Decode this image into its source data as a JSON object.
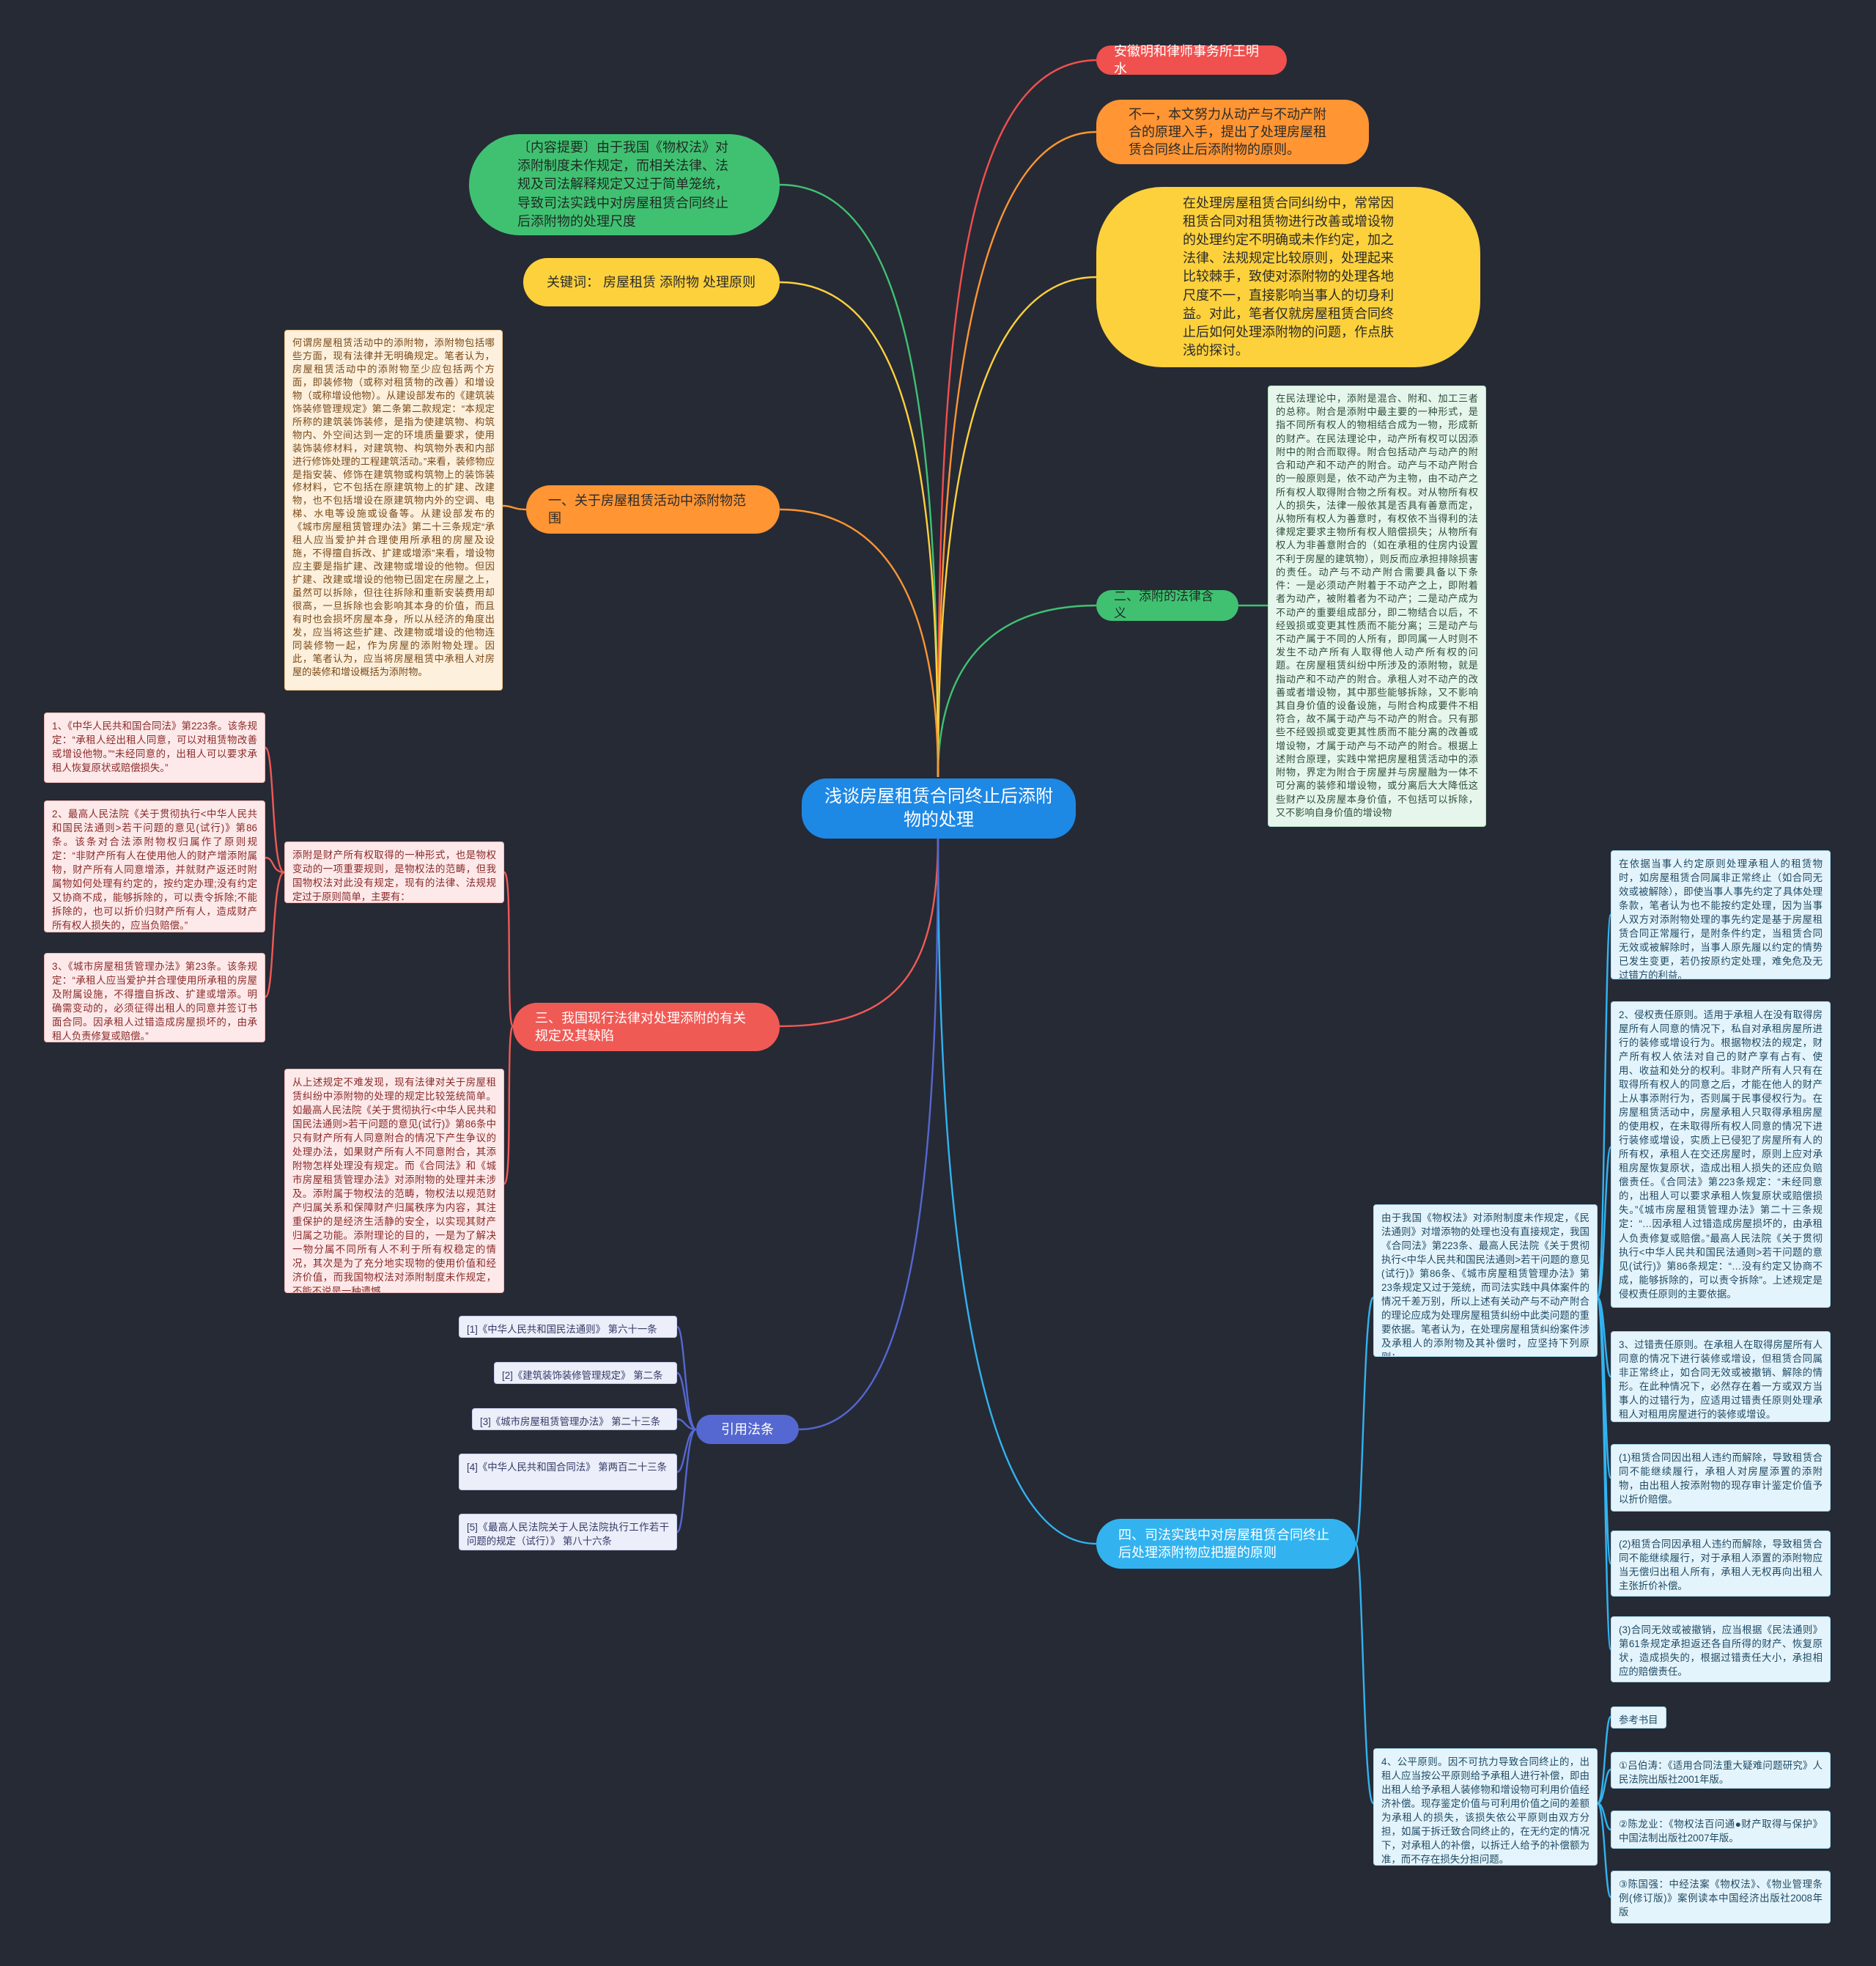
{
  "root": {
    "title": "浅谈房屋租赁合同终止后添附物的处理"
  },
  "right": {
    "author": "安徽明和律师事务所王明水",
    "intro": "不一，本文努力从动产与不动产附合的原理入手，提出了处理房屋租赁合同终止后添附物的原则。",
    "abstract": "在处理房屋租赁合同纠纷中，常常因租赁合同对租赁物进行改善或增设物的处理约定不明确或未作约定，加之法律、法规规定比较原则，处理起来比较棘手，致使对添附物的处理各地尺度不一，直接影响当事人的切身利益。对此，笔者仅就房屋租赁合同终止后如何处理添附物的问题，作点肤浅的探讨。",
    "section2": {
      "label": "二、添附的法律含义",
      "note": "在民法理论中，添附是混合、附和、加工三者的总称。附合是添附中最主要的一种形式，是指不同所有权人的物相结合成为一物，形成新的财产。在民法理论中，动产所有权可以因添附中的附合而取得。附合包括动产与动产的附合和动产和不动产的附合。动产与不动产附合的一般原则是，依不动产为主物，由不动产之所有权人取得附合物之所有权。对从物所有权人的损失，法律一般依其是否具有善意而定，从物所有权人为善意时，有权依不当得利的法律规定要求主物所有权人赔偿损失；从物所有权人为非善意附合的（如在承租的住房内设置不利于房屋的建筑物），则反而应承担排除损害的责任。动产与不动产附合需要具备以下条件：一是必须动产附着于不动产之上，即附着者为动产，被附着者为不动产；二是动产成为不动产的重要组成部分，即二物结合以后，不经毁损或变更其性质而不能分离；三是动产与不动产属于不同的人所有，即同属一人时则不发生不动产所有人取得他人动产所有权的问题。在房屋租赁纠纷中所涉及的添附物，就是指动产和不动产的附合。承租人对不动产的改善或者增设物，其中那些能够拆除，又不影响其自身价值的设备设施，与附合构成要件不相符合，故不属于动产与不动产的附合。只有那些不经毁损或变更其性质而不能分离的改善或增设物，才属于动产与不动产的附合。根据上述附合原理，实践中常把房屋租赁活动中的添附物，界定为附合于房屋并与房屋融为一体不可分离的装修和增设物，或分离后大大降低这些财产以及房屋本身价值，不包括可以拆除，又不影响自身价值的增设物"
    },
    "section4": {
      "label": "四、司法实践中对房屋租赁合同终止后处理添附物应把握的原则",
      "intro": "由于我国《物权法》对添附制度未作规定，《民法通则》对增添物的处理也没有直接规定，我国《合同法》第223条、最高人民法院《关于贯彻执行<中华人民共和国民法通则>若干问题的意见(试行)》第86条、《城市房屋租赁管理办法》第23条规定又过于笼统，而司法实践中具体案件的情况千差万别，所以上述有关动产与不动产附合的理论应成为处理房屋租赁纠纷中此类问题的重要依据。笔者认为，在处理房屋租赁纠纷案件涉及承租人的添附物及其补偿时，应坚持下列原则：",
      "principle1": "在依据当事人约定原则处理承租人的租赁物时，如房屋租赁合同属非正常终止（如合同无效或被解除），即使当事人事先约定了具体处理条款，笔者认为也不能按约定处理，因为当事人双方对添附物处理的事先约定是基于房屋租赁合同正常履行，是附条件约定，当租赁合同无效或被解除时，当事人原先履以约定的情势已发生变更，若仍按原约定处理，难免危及无过错方的利益。",
      "principle2": "2、侵权责任原则。适用于承租人在没有取得房屋所有人同意的情况下，私自对承租房屋所进行的装修或增设行为。根据物权法的规定，财产所有权人依法对自己的财产享有占有、使用、收益和处分的权利。非财产所有人只有在取得所有权人的同意之后，才能在他人的财产上从事添附行为，否则属于民事侵权行为。在房屋租赁活动中，房屋承租人只取得承租房屋的使用权，在未取得所有权人同意的情况下进行装修或增设，实质上已侵犯了房屋所有人的所有权，承租人在交还房屋时，原则上应对承租房屋恢复原状，造成出租人损失的还应负赔偿责任。《合同法》第223条规定：“未经同意的，出租人可以要求承租人恢复原状或赔偿损失。”《城市房屋租赁管理办法》第二十三条规定：“…因承租人过错造成房屋损坏的，由承租人负责修复或赔偿。”最高人民法院《关于贯彻执行<中华人民共和国民法通则>若干问题的意见(试行)》第86条规定：“…没有约定又协商不成，能够拆除的，可以责令拆除”。上述规定是侵权责任原则的主要依据。",
      "principle3": "3、过错责任原则。在承租人在取得房屋所有人同意的情况下进行装修或增设，但租赁合同属非正常终止，如合同无效或被撤销、解除的情形。在此种情况下，必然存在着一方或双方当事人的过错行为，应适用过错责任原则处理承租人对租用房屋进行的装修或增设。",
      "case1": "(1)租赁合同因出租人违约而解除，导致租赁合同不能继续履行，承租人对房屋添置的添附物，由出租人按添附物的现存审计鉴定价值予以折价赔偿。",
      "case2": "(2)租赁合同因承租人违约而解除，导致租赁合同不能继续履行，对于承租人添置的添附物应当无偿归出租人所有，承租人无权再向出租人主张折价补偿。",
      "case3": "(3)合同无效或被撤销，应当根据《民法通则》第61条规定承担返还各自所得的财产、恢复原状，造成损失的，根据过错责任大小，承担相应的赔偿责任。",
      "fairness": "4、公平原则。因不可抗力导致合同终止的，出租人应当按公平原则给予承租人进行补偿，即由出租人给予承租人装修物和增设物可利用价值经济补偿。现存鉴定价值与可利用价值之间的差额为承租人的损失，该损失依公平原则由双方分担，如属于拆迁致合同终止的，在无约定的情况下，对承租人的补偿，以拆迁人给予的补偿额为准，而不存在损失分担问题。",
      "refs_title": "参考书目",
      "ref1": "①吕伯涛：《适用合同法重大疑难问题研究》人民法院出版社2001年版。",
      "ref2": "②陈龙业：《物权法百问通●财产取得与保护》中国法制出版社2007年版。",
      "ref3": "③陈国强：中经法案《物权法》、《物业管理条例(修订版)》案例读本中国经济出版社2008年版"
    }
  },
  "left": {
    "summary": "〔内容提要〕由于我国《物权法》对添附制度未作规定，而相关法律、法规及司法解释规定又过于简单笼统，导致司法实践中对房屋租赁合同终止后添附物的处理尺度",
    "keywords": "关键词： 房屋租赁 添附物 处理原则",
    "section1": {
      "label": "一、关于房屋租赁活动中添附物范围",
      "note": "何谓房屋租赁活动中的添附物，添附物包括哪些方面，现有法律并无明确规定。笔者认为，房屋租赁活动中的添附物至少应包括两个方面，即装修物（或称对租赁物的改善）和增设物（或称增设他物）。从建设部发布的《建筑装饰装修管理规定》第二条第二款规定：“本规定所称的建筑装饰装修，是指为使建筑物、构筑物内、外空间达到一定的环境质量要求，使用装饰装修材料，对建筑物、构筑物外表和内部进行修饰处理的工程建筑活动。”来看，装修物应是指安装、修饰在建筑物或构筑物上的装饰装修材料，它不包括在原建筑物上的扩建、改建物，也不包括增设在原建筑物内外的空调、电梯、水电等设施或设备等。从建设部发布的《城市房屋租赁管理办法》第二十三条规定“承租人应当爱护并合理使用所承租的房屋及设施，不得擅自拆改、扩建或增添”来看，增设物应主要是指扩建、改建物或增设的他物。但因扩建、改建或增设的他物已固定在房屋之上，虽然可以拆除，但往往拆除和重新安装费用却很高，一旦拆除也会影响其本身的价值，而且有时也会损坏房屋本身，所以从经济的角度出发，应当将这些扩建、改建物或增设的他物连同装修物一起，作为房屋的添附物处理。因此，笔者认为，应当将房屋租赁中承租人对房屋的装修和增设概括为添附物。"
    },
    "section3": {
      "label": "三、我国现行法律对处理添附的有关规定及其缺陷",
      "law1": "1、《中华人民共和国合同法》第223条。该条规定：“承租人经出租人同意，可以对租赁物改善或增设他物。”“未经同意的，出租人可以要求承租人恢复原状或赔偿损失。”",
      "law2": "2、最高人民法院《关于贯彻执行<中华人民共和国民法通则>若干问题的意见(试行)》第86条。该条对合法添附物权归属作了原则规定：“非财产所有人在使用他人的财产增添附属物，财产所有人同意增添，并就财产返还时附属物如何处理有约定的，按约定办理;没有约定又协商不成，能够拆除的，可以责令拆除;不能拆除的，也可以折价归财产所有人，造成财产所有权人损失的，应当负赔偿。”",
      "law3": "3、《城市房屋租赁管理办法》第23条。该条规定：“承租人应当爱护并合理使用所承租的房屋及附属设施，不得擅自拆改、扩建或增添。明确需变动的，必须征得出租人的同意并签订书面合同。因承租人过错造成房屋损坏的，由承租人负责修复或赔偿。”",
      "definition": "添附是财产所有权取得的一种形式，也是物权变动的一项重要规则，是物权法的范畴，但我国物权法对此没有规定，现有的法律、法规规定过于原则简单，主要有：",
      "defect": "从上述规定不难发现，现有法律对关于房屋租赁纠纷中添附物的处理的规定比较笼统简单。如最高人民法院《关于贯彻执行<中华人民共和国民法通则>若干问题的意见(试行)》第86条中只有财产所有人同意附合的情况下产生争议的处理办法，如果财产所有人不同意附合，其添附物怎样处理没有规定。而《合同法》和《城市房屋租赁管理办法》对添附物的处理并未涉及。添附属于物权法的范畴，物权法以规范财产归属关系和保障财产归属秩序为内容，其注重保护的是经济生活静的安全，以实现其财产归属之功能。添附理论的目的，一是为了解决一物分属不同所有人不利于所有权稳定的情况，其次是为了充分地实现物的使用价值和经济价值，而我国物权法对添附制度未作规定，不能不说是一种遗憾。"
    },
    "citations": {
      "label": "引用法条",
      "items": [
        "[1]《中华人民共和国民法通则》 第六十一条",
        "[2]《建筑装饰装修管理规定》 第二条",
        "[3]《城市房屋租赁管理办法》 第二十三条",
        "[4]《中华人民共和国合同法》 第两百二十三条",
        "[5]《最高人民法院关于人民法院执行工作若干问题的规定（试行）》 第八十六条"
      ]
    }
  },
  "colors": {
    "background": "#262a35",
    "root": "#1e88e5",
    "red": "#f0504e",
    "orange": "#ff9533",
    "yellow": "#fdd13c",
    "green": "#40c172",
    "indigo": "#5567d0",
    "sky": "#32b3f0"
  }
}
